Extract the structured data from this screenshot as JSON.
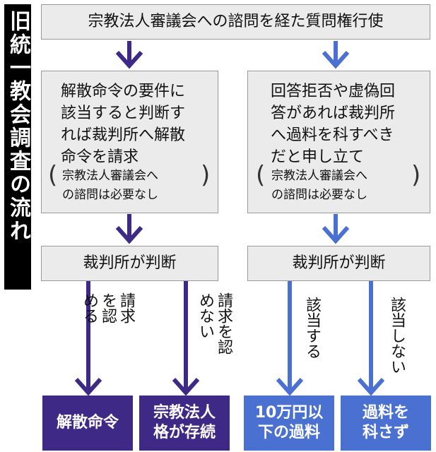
{
  "colors": {
    "purple": "#3e2a86",
    "blue": "#4a70d2",
    "box_fill": "#ebebeb",
    "box_border": "#9a9a9a"
  },
  "title": "旧統一教会調査の流れ",
  "top_box": "宗教法人審議会への諮問を経た質問権行使",
  "left_branch": {
    "lines": [
      "解散命令の要件に",
      "該当すると判断す",
      "れば裁判所へ解散",
      "命令を請求"
    ],
    "note_lines": [
      "宗教法人審議会へ",
      "の諮問は必要なし"
    ],
    "court": "裁判所が判断",
    "approve_label": "請求を認める",
    "reject_label": "請求を認めない",
    "result_approve_lines": [
      "解散命令"
    ],
    "result_reject_lines": [
      "宗教法人",
      "格が存続"
    ]
  },
  "right_branch": {
    "lines": [
      "回答拒否や虚偽回",
      "答があれば裁判所",
      "へ過料を科すべき",
      "だと申し立て"
    ],
    "note_lines": [
      "宗教法人審議会へ",
      "の諮問は必要なし"
    ],
    "court": "裁判所が判断",
    "applies_label": "該当する",
    "not_applies_label": "該当しない",
    "result_applies_lines": [
      "10万円以",
      "下の過料"
    ],
    "result_not_applies_lines": [
      "過料を",
      "科さず"
    ]
  }
}
